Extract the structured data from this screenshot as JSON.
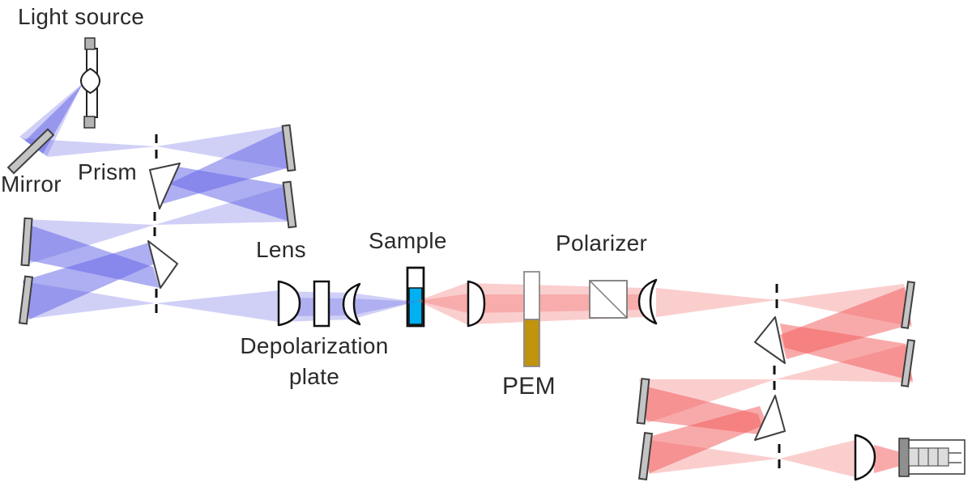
{
  "labels": {
    "light_source": "Light source",
    "mirror": "Mirror",
    "prism": "Prism",
    "lens": "Lens",
    "depolarization_plate": [
      "Depolarization",
      "plate"
    ],
    "sample": "Sample",
    "pem": "PEM",
    "polarizer": "Polarizer"
  },
  "colors": {
    "excitation_beam": "#6464e6",
    "emission_beam": "#f25c5c",
    "sample_liquid": "#00b0f0",
    "pem_crystal": "#c2930d",
    "mirror_fill": "#c4c4c4",
    "lamp_cap": "#b3b3b3",
    "detector_window": "#8f8f8f",
    "detector_dynodes": "#dcdcdc"
  }
}
